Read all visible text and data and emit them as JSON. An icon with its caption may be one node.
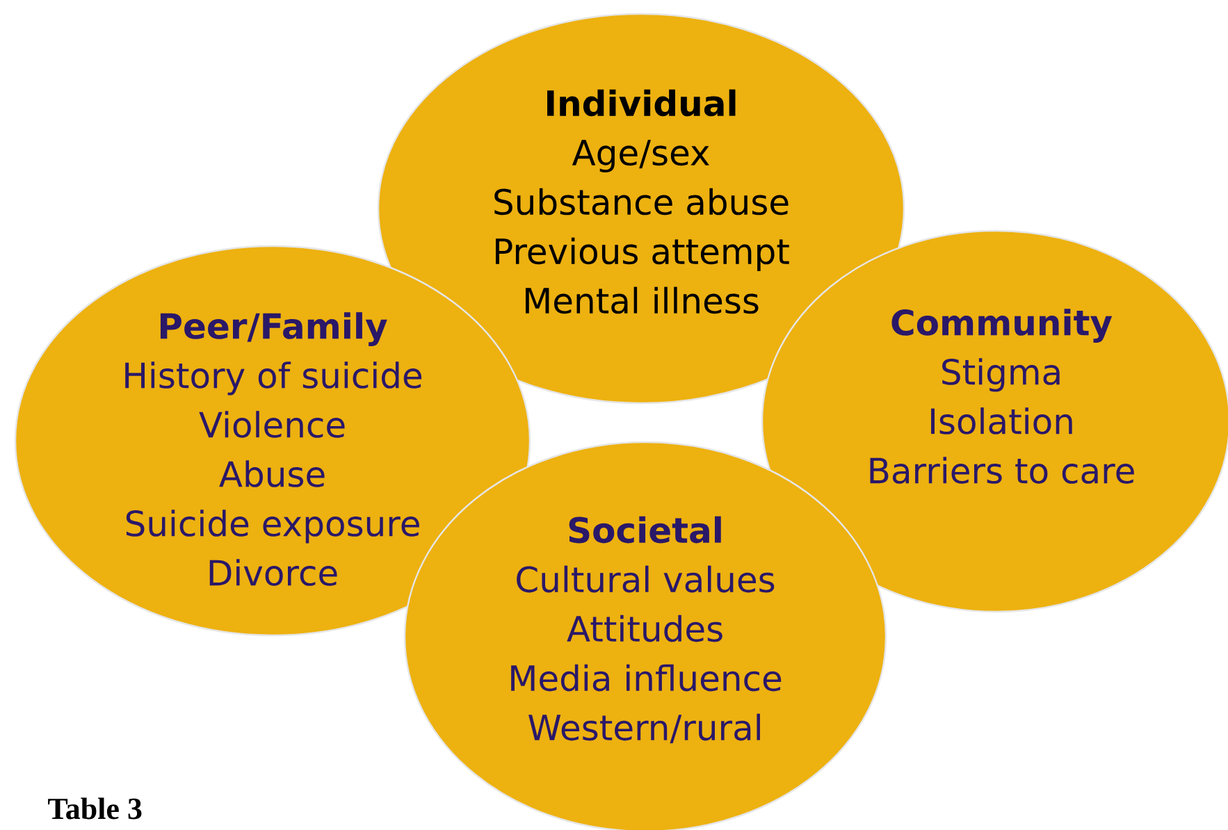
{
  "diagram": {
    "nodes": [
      {
        "text": [
          "Individual",
          "Age/sex",
          "Substance abuse",
          "Previous attempt",
          "Mental illness"
        ]
      },
      {
        "text": [
          "Peer/Family",
          "History of suicide",
          "Violence",
          "Abuse",
          "Suicide exposure",
          "Divorce"
        ]
      },
      {
        "text": [
          "Community",
          "Stigma",
          "Isolation",
          "Barriers to care"
        ]
      },
      {
        "text": [
          "Societal",
          "Cultural values",
          "Attitudes",
          "Media influence",
          "Western/rural"
        ]
      }
    ],
    "labels": [
      "Table 3"
    ]
  }
}
